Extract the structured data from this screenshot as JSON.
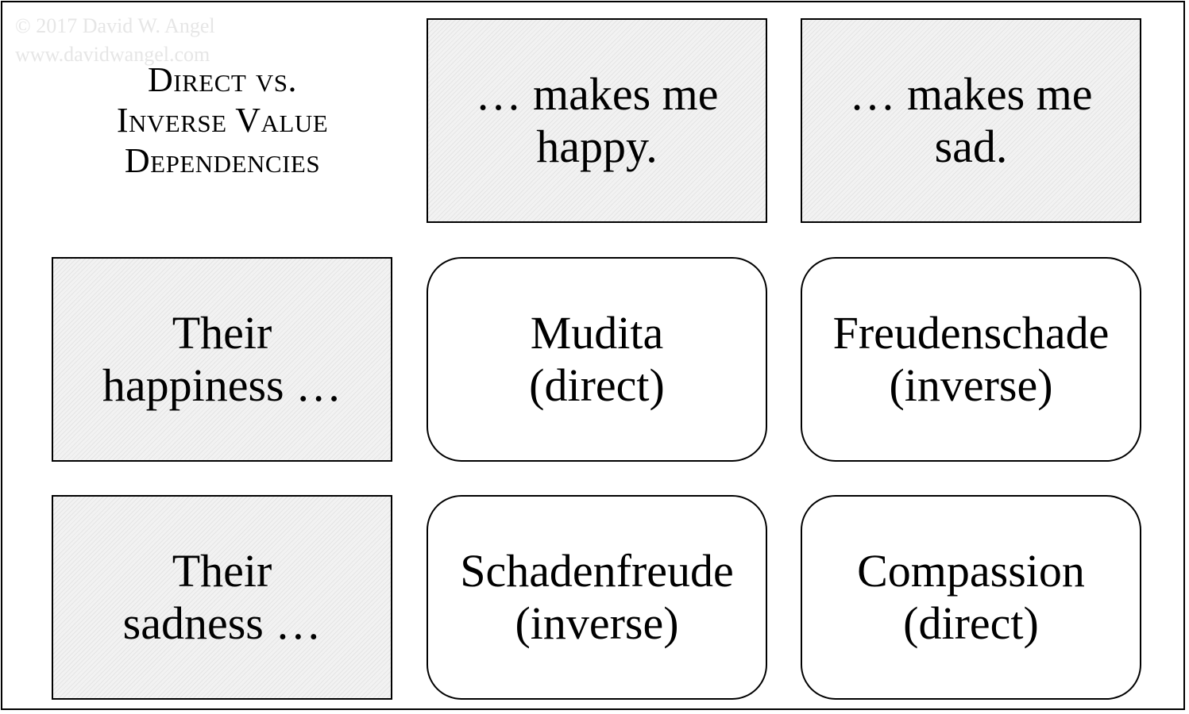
{
  "watermark": {
    "line1": "© 2017 David W. Angel",
    "line2": "www.davidwangel.com"
  },
  "title": {
    "line1": "Direct vs.",
    "line2": "Inverse Value",
    "line3": "Dependencies"
  },
  "column_headers": [
    {
      "line1": "… makes me",
      "line2": "happy."
    },
    {
      "line1": "… makes me",
      "line2": "sad."
    }
  ],
  "row_headers": [
    {
      "line1": "Their",
      "line2": "happiness …"
    },
    {
      "line1": "Their",
      "line2": "sadness …"
    }
  ],
  "cells": [
    [
      {
        "name": "Mudita",
        "type": "(direct)"
      },
      {
        "name": "Freudenschade",
        "type": "(inverse)"
      }
    ],
    [
      {
        "name": "Schadenfreude",
        "type": "(inverse)"
      },
      {
        "name": "Compassion",
        "type": "(direct)"
      }
    ]
  ],
  "colors": {
    "border": "#000000",
    "header_fill": "#f2f2f2",
    "watermark": "#e6e6e6"
  }
}
